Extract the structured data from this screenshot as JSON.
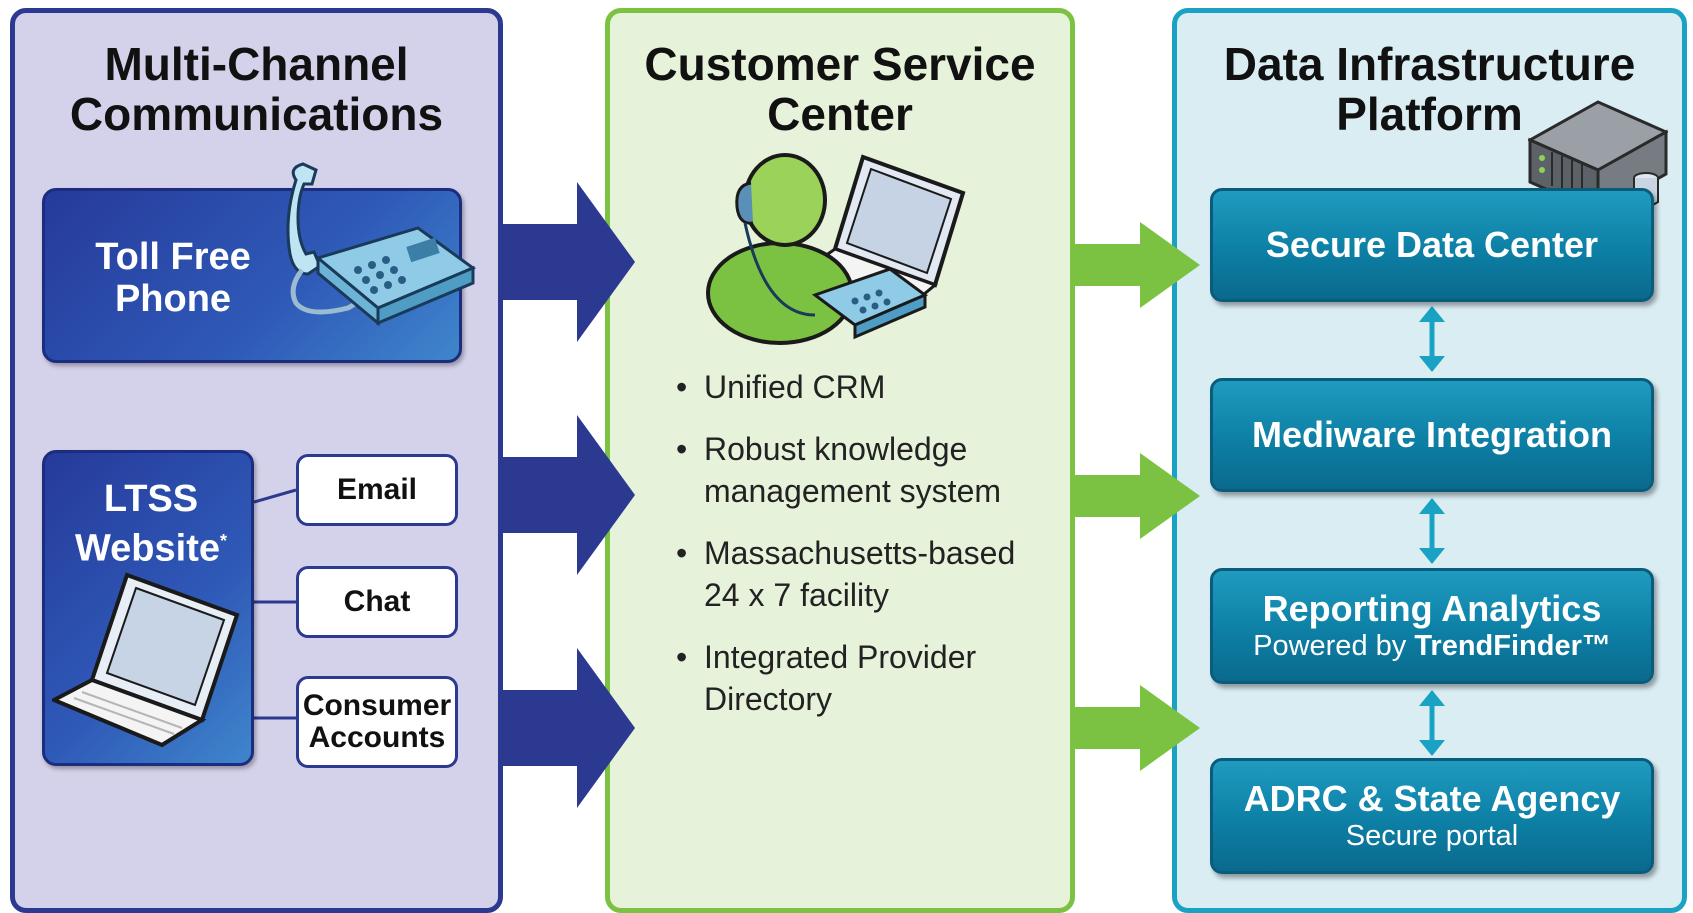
{
  "columns": {
    "left": {
      "title_line1": "Multi-Channel",
      "title_line2": "Communications"
    },
    "middle": {
      "title_line1": "Customer Service",
      "title_line2": "Center"
    },
    "right": {
      "title_line1": "Data Infrastructure",
      "title_line2": "Platform"
    }
  },
  "channels": {
    "phone": {
      "line1": "Toll Free",
      "line2": "Phone"
    },
    "website": {
      "line1": "LTSS",
      "line2": "Website",
      "footnote_mark": "*"
    },
    "sub_items": [
      {
        "label_line1": "Email",
        "label_line2": ""
      },
      {
        "label_line1": "Chat",
        "label_line2": ""
      },
      {
        "label_line1": "Consumer",
        "label_line2": "Accounts"
      }
    ]
  },
  "service_center": {
    "bullets": [
      "Unified CRM",
      "Robust knowledge management system",
      "Massachusetts-based 24 x 7 facility",
      "Integrated Provider Directory"
    ]
  },
  "platform": {
    "boxes": [
      {
        "title": "Secure Data Center",
        "subtitle": "",
        "subtitle_bold": ""
      },
      {
        "title": "Mediware Integration",
        "subtitle": "",
        "subtitle_bold": ""
      },
      {
        "title": "Reporting Analytics",
        "subtitle": "Powered by ",
        "subtitle_bold": "TrendFinder™"
      },
      {
        "title": "ADRC & State Agency",
        "subtitle": "Secure portal",
        "subtitle_bold": ""
      }
    ]
  },
  "colors": {
    "left_panel": "#d4d1ea",
    "left_border": "#2b3990",
    "mid_panel": "#e6f2da",
    "mid_border": "#7cc242",
    "right_panel": "#d9edf3",
    "right_border": "#19a2c4",
    "blue_arrow": "#2b3990",
    "green_arrow": "#7cc242",
    "teal_box": "#0d7fa5",
    "teal_connector": "#19a2c4"
  },
  "icons": [
    "telephone-icon",
    "laptop-icon",
    "agent-headset-icon",
    "server-icon"
  ]
}
